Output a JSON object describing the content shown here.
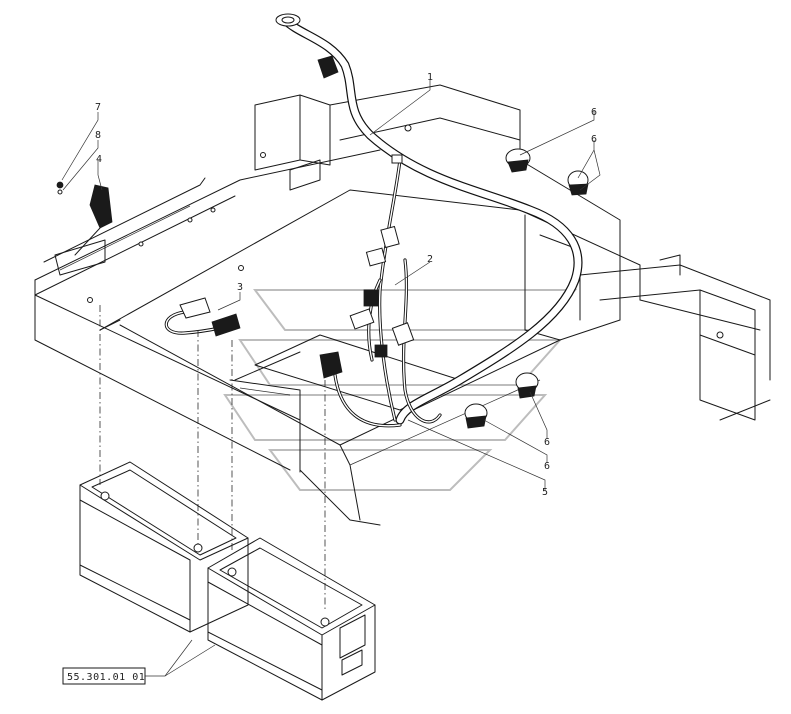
{
  "callouts": [
    {
      "label": "1"
    },
    {
      "label": "2"
    },
    {
      "label": "3"
    },
    {
      "label": "4"
    },
    {
      "label": "5"
    },
    {
      "label": "6"
    },
    {
      "label": "6"
    },
    {
      "label": "6"
    },
    {
      "label": "6"
    },
    {
      "label": "7"
    },
    {
      "label": "8"
    }
  ],
  "reference_box": {
    "label": "55.301.01 01"
  },
  "colors": {
    "ink": "#1a1a1a",
    "paper": "#ffffff",
    "watermark": "#bdbdbd"
  }
}
